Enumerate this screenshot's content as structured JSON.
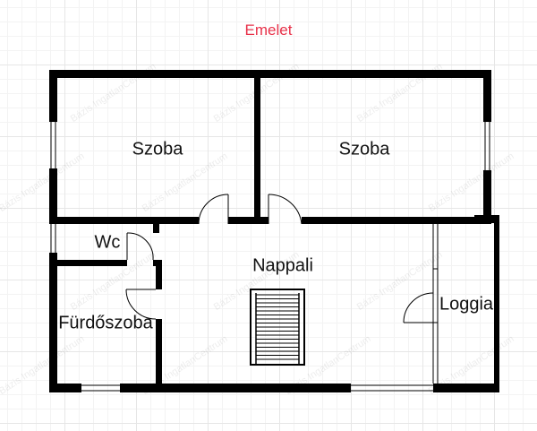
{
  "floor_title": "Emelet",
  "rooms": [
    {
      "id": "szoba-1",
      "label": "Szoba"
    },
    {
      "id": "szoba-2",
      "label": "Szoba"
    },
    {
      "id": "wc",
      "label": "Wc"
    },
    {
      "id": "nappali",
      "label": "Nappali"
    },
    {
      "id": "furdoszoba",
      "label": "Fürdőszoba"
    },
    {
      "id": "loggia",
      "label": "Loggia"
    }
  ],
  "watermark": "Bázis IngatlanCentrum",
  "colors": {
    "title": "#e8324a",
    "wall": "#000000",
    "text": "#111111"
  }
}
